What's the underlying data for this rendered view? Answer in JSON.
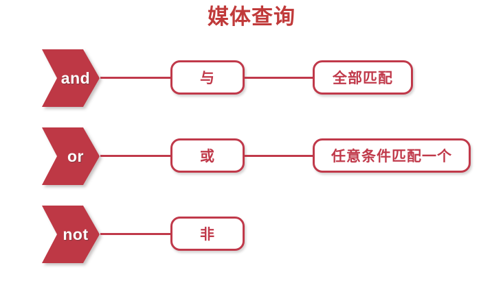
{
  "page": {
    "title": "媒体查询",
    "background_color": "#ffffff",
    "accent_color": "#C0394A",
    "title_color": "#C03A3A"
  },
  "diagram": {
    "type": "flow",
    "rows": [
      {
        "operator": "and",
        "chinese": "与",
        "meaning": "全部匹配"
      },
      {
        "operator": "or",
        "chinese": "或",
        "meaning": "任意条件匹配一个"
      },
      {
        "operator": "not",
        "chinese": "非",
        "meaning": ""
      }
    ]
  }
}
